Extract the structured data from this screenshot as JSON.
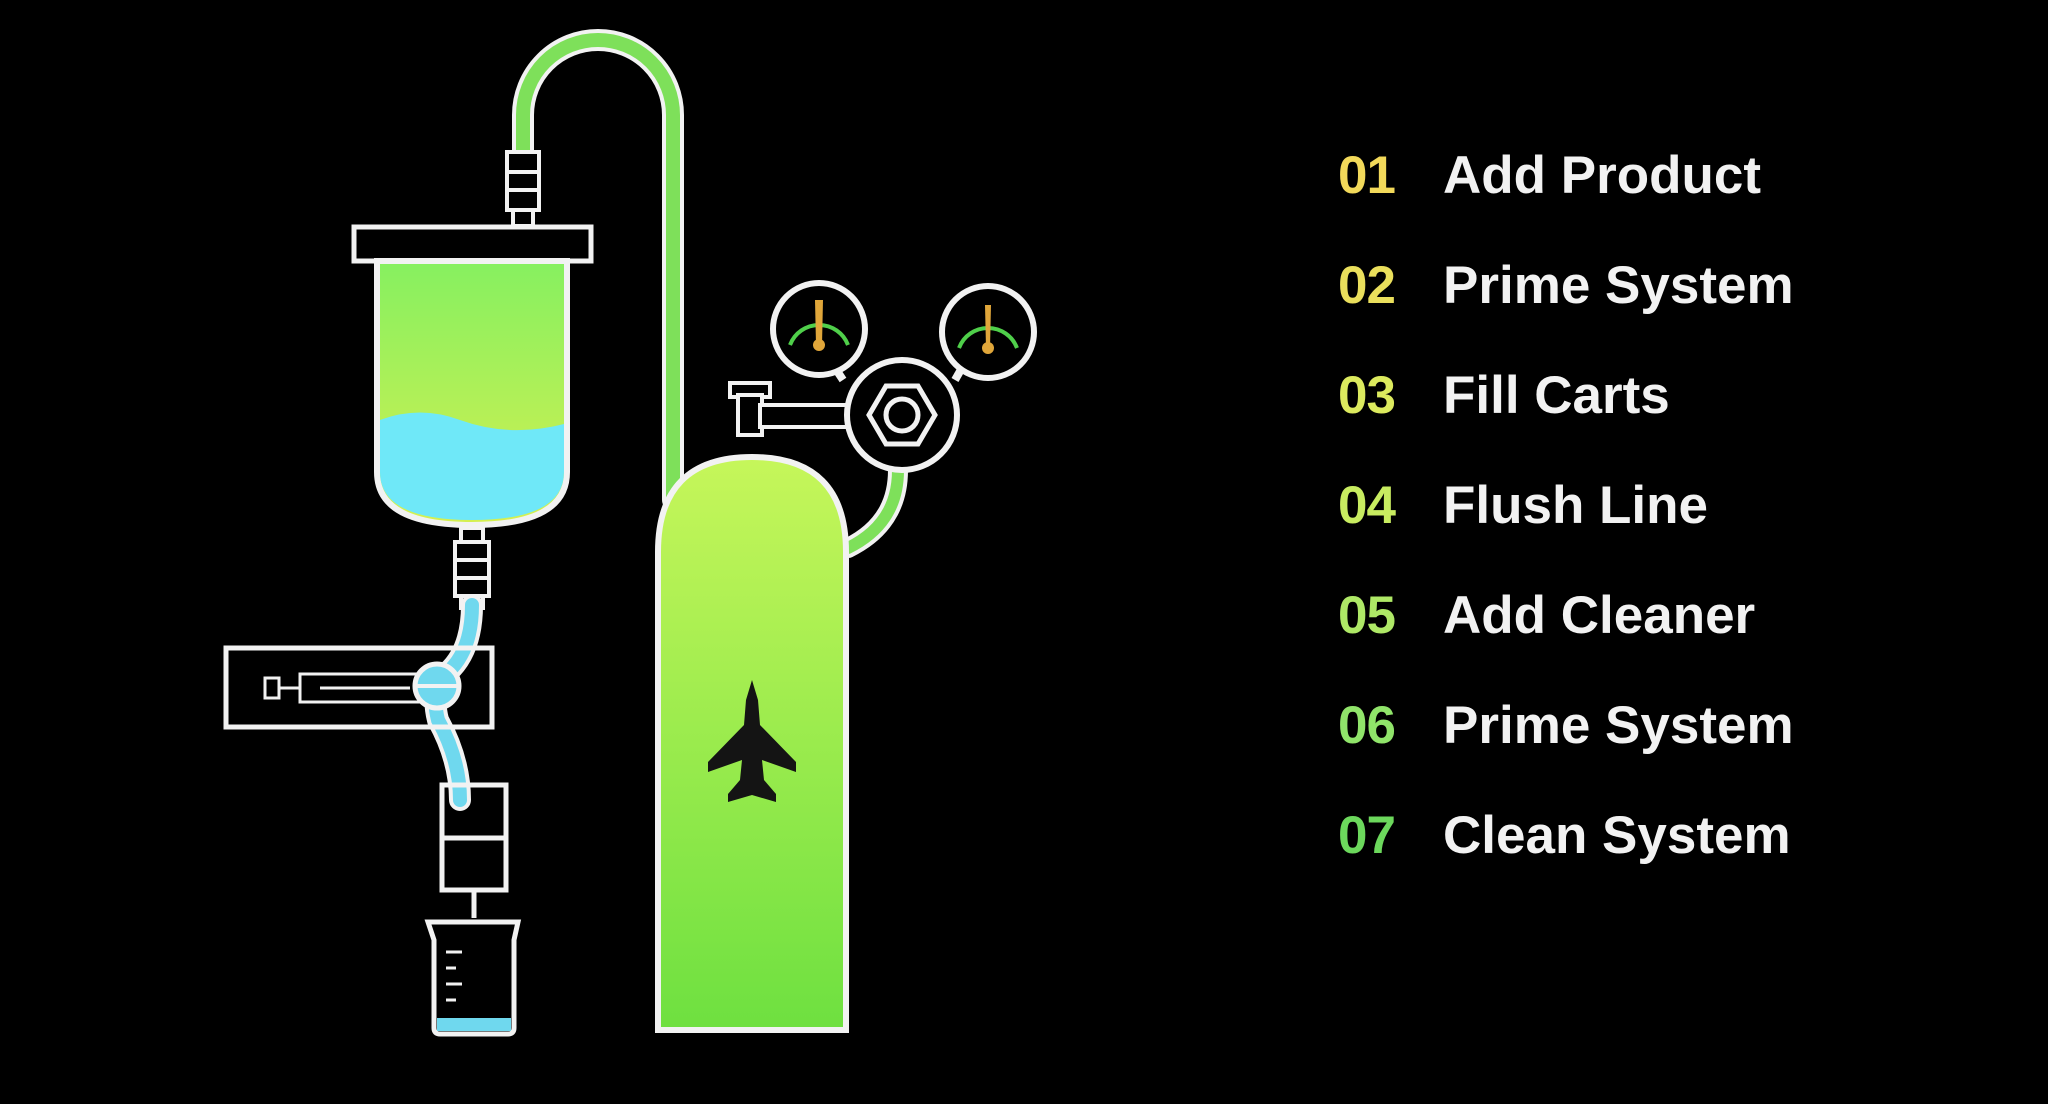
{
  "steps": [
    {
      "num": "01",
      "label": "Add Product",
      "color": "#f2d95a"
    },
    {
      "num": "02",
      "label": "Prime System",
      "color": "#eadf5c"
    },
    {
      "num": "03",
      "label": "Fill Carts",
      "color": "#dcea5e"
    },
    {
      "num": "04",
      "label": "Flush Line",
      "color": "#c8ec60"
    },
    {
      "num": "05",
      "label": "Add Cleaner",
      "color": "#aee866"
    },
    {
      "num": "06",
      "label": "Prime System",
      "color": "#90e46a"
    },
    {
      "num": "07",
      "label": "Clean System",
      "color": "#6cd85c"
    }
  ],
  "colors": {
    "background": "#000000",
    "outline": "#f2f2f2",
    "tube_gas": "#7ee05a",
    "tube_liquid": "#6fd8ee",
    "tank_top": "#c6f65a",
    "tank_bottom": "#6ee040",
    "liquid": "#6fe8f8",
    "gauge_needle": "#e0a63a"
  },
  "icons": {
    "tank_emblem": "fighter-jet-icon",
    "gauge": "pressure-gauge-icon",
    "regulator": "hex-nut-icon",
    "beaker": "beaker-icon"
  }
}
